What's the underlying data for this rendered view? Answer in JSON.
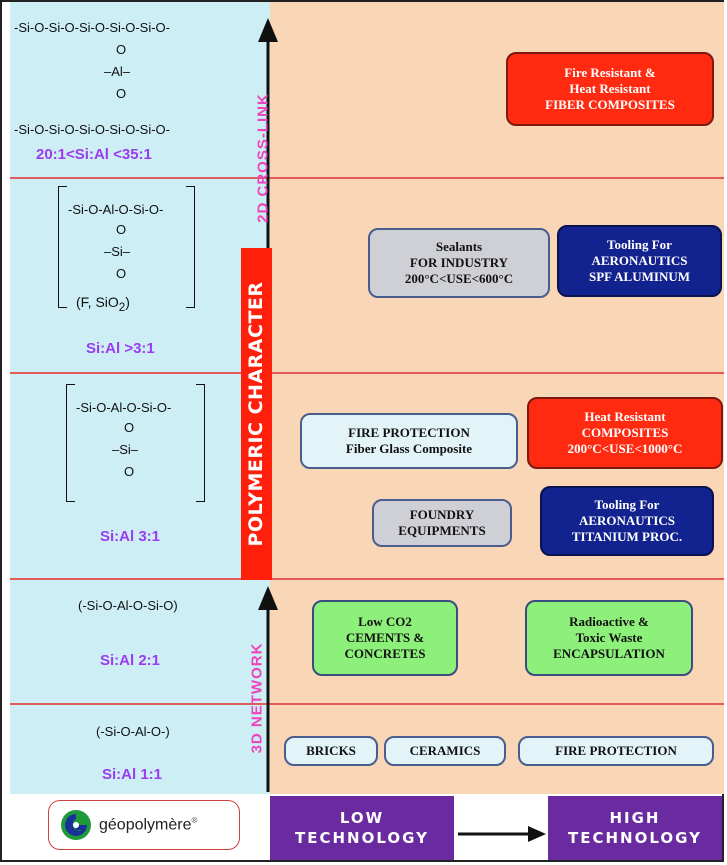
{
  "colors": {
    "left_bg": "#cdeef5",
    "right_bg": "#f9d6b6",
    "separator": "#e25a5a",
    "ratio_text": "#9b3cf0",
    "axis_label": "#ee44bb",
    "polymeric_bar": "#ff1f0a",
    "tech_bar": "#6a2aa0"
  },
  "axis": {
    "upper_label": "2D CROSS-LINK",
    "lower_label": "3D NETWORK",
    "polymeric_label": "POLYMERIC CHARACTER"
  },
  "rows": [
    {
      "structure": {
        "chain1": "-Si-O-Si-O-Si-O-Si-O-Si-O-",
        "o1": "O",
        "al": "–Al–",
        "o2": "O",
        "chain2": "-Si-O-Si-O-Si-O-Si-O-Si-O-"
      },
      "ratio": "20:1<Si:Al <35:1"
    },
    {
      "structure": {
        "chain": "-Si-O-Al-O-Si-O-",
        "o1": "O",
        "si": "–Si–",
        "o2": "O",
        "note_pre": "(F, SiO",
        "note_sub": "2",
        "note_post": ")"
      },
      "ratio": "Si:Al >3:1"
    },
    {
      "structure": {
        "chain": "-Si-O-Al-O-Si-O-",
        "o1": "O",
        "si": "–Si–",
        "o2": "O"
      },
      "ratio": "Si:Al 3:1"
    },
    {
      "structure": {
        "chain": "(-Si-O-Al-O-Si-O)"
      },
      "ratio": "Si:Al 2:1"
    },
    {
      "structure": {
        "chain": "(-Si-O-Al-O-)"
      },
      "ratio": "Si:Al 1:1"
    }
  ],
  "applications": {
    "fire_heat_fiber": [
      "Fire Resistant &",
      "Heat Resistant",
      "FIBER COMPOSITES"
    ],
    "sealants": [
      "Sealants",
      "FOR INDUSTRY",
      "200°C<USE<600°C"
    ],
    "tooling_aluminum": [
      "Tooling For",
      "AERONAUTICS",
      "SPF ALUMINUM"
    ],
    "fire_protection_fiberglass": [
      "FIRE PROTECTION",
      "Fiber Glass Composite"
    ],
    "heat_resistant_composites": [
      "Heat Resistant",
      "COMPOSITES",
      "200°C<USE<1000°C"
    ],
    "foundry": [
      "FOUNDRY",
      "EQUIPMENTS"
    ],
    "tooling_titanium": [
      "Tooling For",
      "AERONAUTICS",
      "TITANIUM PROC."
    ],
    "low_co2": [
      "Low CO2",
      "CEMENTS &",
      "CONCRETES"
    ],
    "radioactive": [
      "Radioactive &",
      "Toxic Waste",
      "ENCAPSULATION"
    ],
    "bricks": [
      "BRICKS"
    ],
    "ceramics": [
      "CERAMICS"
    ],
    "fire_protection": [
      "FIRE PROTECTION"
    ]
  },
  "footer": {
    "logo_text": "géopolymère",
    "logo_mark": "®",
    "low_tech_line1": "LOW",
    "low_tech_line2": "TECHNOLOGY",
    "high_tech_line1": "HIGH",
    "high_tech_line2": "TECHNOLOGY"
  }
}
